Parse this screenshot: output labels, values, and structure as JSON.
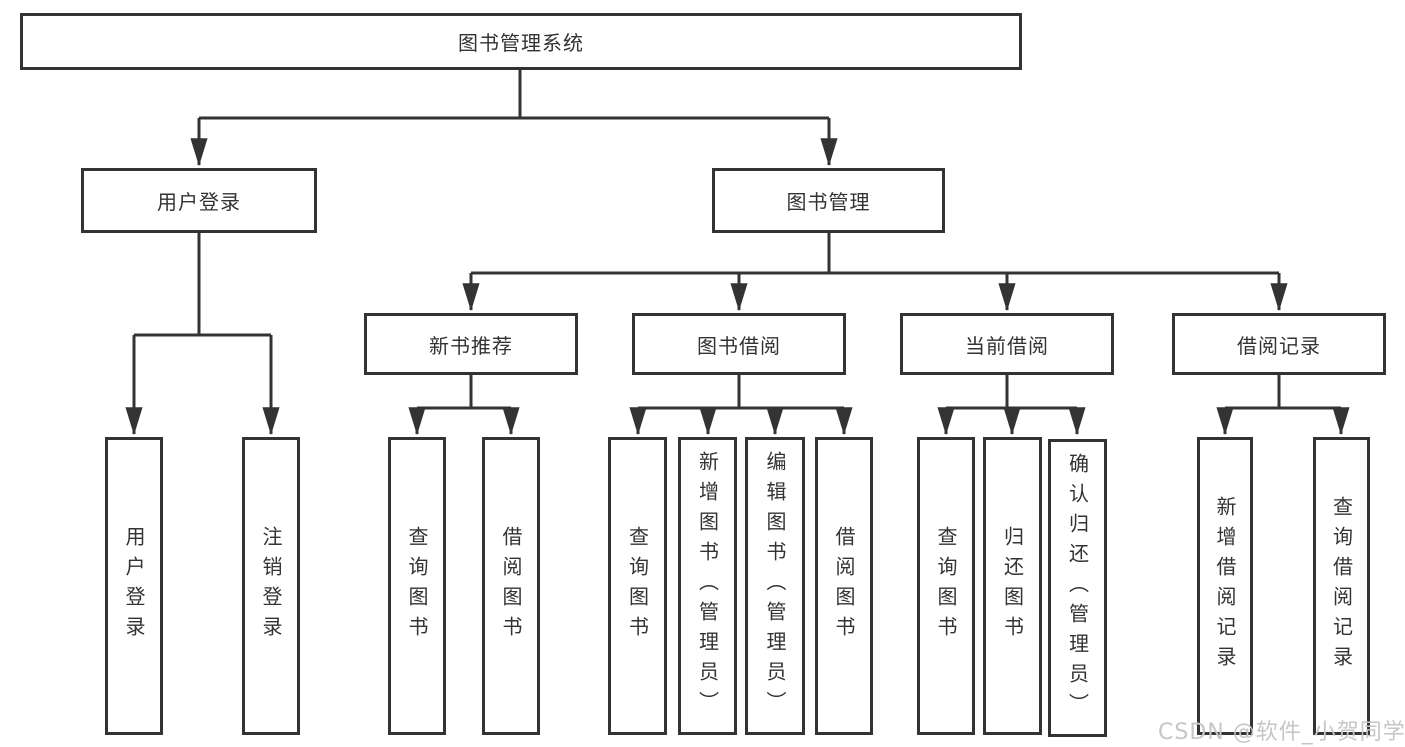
{
  "colors": {
    "line": "#333333",
    "box_background": "#ffffff",
    "text": "#333333",
    "watermark": "#c6c6c6"
  },
  "watermark": {
    "text": "CSDN @软件_小贺同学"
  },
  "tree": {
    "root": "图书管理系统",
    "branches": [
      {
        "label": "用户登录",
        "leaves": [
          "用户登录",
          "注销登录"
        ]
      },
      {
        "label": "图书管理",
        "children": [
          {
            "label": "新书推荐",
            "leaves": [
              "查询图书",
              "借阅图书"
            ]
          },
          {
            "label": "图书借阅",
            "leaves": [
              "查询图书",
              "新增图书（管理员）",
              "编辑图书（管理员）",
              "借阅图书"
            ]
          },
          {
            "label": "当前借阅",
            "leaves": [
              "查询图书",
              "归还图书",
              "确认归还（管理员）"
            ]
          },
          {
            "label": "借阅记录",
            "leaves": [
              "新增借阅记录",
              "查询借阅记录"
            ]
          }
        ]
      }
    ]
  }
}
